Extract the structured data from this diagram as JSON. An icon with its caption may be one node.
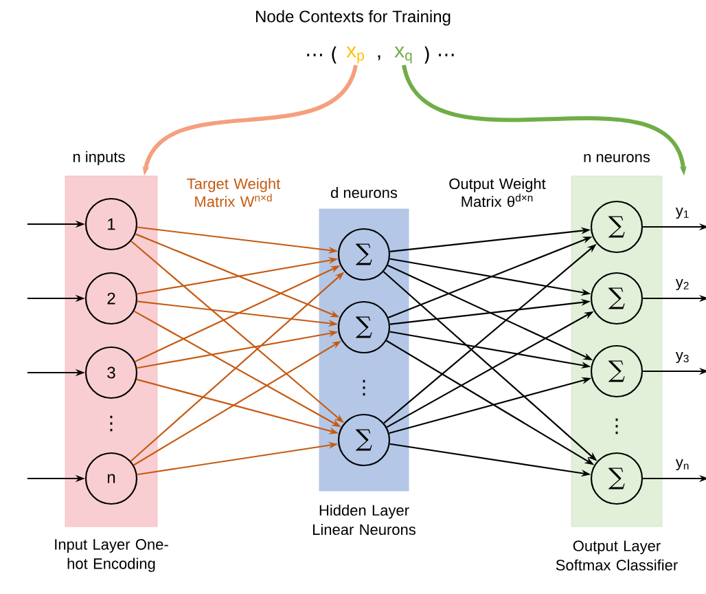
{
  "diagram": {
    "title": "Node Contexts for Training",
    "nodes": [
      {
        "text": [
          "n inputs",
          "Input Layer One-hot Encoding"
        ]
      },
      {
        "text": [
          "d neurons",
          "Hidden Layer Linear Neurons"
        ]
      },
      {
        "text": [
          "n neurons",
          "Output Layer Softmax Classifier"
        ]
      },
      {
        "text": [
          "1"
        ],
        "in": 0
      },
      {
        "text": [
          "2"
        ],
        "in": 0
      },
      {
        "text": [
          "3"
        ],
        "in": 0
      },
      {
        "text": [
          "n"
        ],
        "in": 0
      },
      {
        "text": [
          "∑"
        ],
        "in": 1
      },
      {
        "text": [
          "∑"
        ],
        "in": 1
      },
      {
        "text": [
          "∑"
        ],
        "in": 1
      },
      {
        "text": [
          "∑"
        ],
        "in": 2
      },
      {
        "text": [
          "∑"
        ],
        "in": 2
      },
      {
        "text": [
          "∑"
        ],
        "in": 2
      },
      {
        "text": [
          "∑"
        ],
        "in": 2
      },
      {
        "text": [
          "x$_{p}$"
        ]
      },
      {
        "text": [
          "x$_{q}$"
        ]
      }
    ],
    "edges": [
      {
        "from": 3,
        "to": 7,
        "arrow": "to",
        "color": "#c55a11"
      },
      {
        "from": 3,
        "to": 8,
        "arrow": "to",
        "color": "#c55a11"
      },
      {
        "from": 3,
        "to": 9,
        "arrow": "to",
        "color": "#c55a11"
      },
      {
        "from": 4,
        "to": 7,
        "arrow": "to",
        "color": "#c55a11"
      },
      {
        "from": 4,
        "to": 8,
        "arrow": "to",
        "color": "#c55a11"
      },
      {
        "from": 4,
        "to": 9,
        "arrow": "to",
        "color": "#c55a11"
      },
      {
        "from": 5,
        "to": 7,
        "arrow": "to",
        "color": "#c55a11"
      },
      {
        "from": 5,
        "to": 8,
        "arrow": "to",
        "color": "#c55a11"
      },
      {
        "from": 5,
        "to": 9,
        "arrow": "to",
        "color": "#c55a11"
      },
      {
        "from": 6,
        "to": 7,
        "arrow": "to",
        "color": "#c55a11"
      },
      {
        "from": 6,
        "to": 8,
        "arrow": "to",
        "color": "#c55a11"
      },
      {
        "from": 6,
        "to": 9,
        "arrow": "to",
        "color": "#c55a11"
      },
      {
        "from": 7,
        "to": 10,
        "arrow": "to"
      },
      {
        "from": 7,
        "to": 11,
        "arrow": "to"
      },
      {
        "from": 7,
        "to": 12,
        "arrow": "to"
      },
      {
        "from": 7,
        "to": 13,
        "arrow": "to"
      },
      {
        "from": 8,
        "to": 10,
        "arrow": "to"
      },
      {
        "from": 8,
        "to": 11,
        "arrow": "to"
      },
      {
        "from": 8,
        "to": 12,
        "arrow": "to"
      },
      {
        "from": 8,
        "to": 13,
        "arrow": "to"
      },
      {
        "from": 9,
        "to": 10,
        "arrow": "to"
      },
      {
        "from": 9,
        "to": 11,
        "arrow": "to"
      },
      {
        "from": 9,
        "to": 12,
        "arrow": "to"
      },
      {
        "from": 9,
        "to": 13,
        "arrow": "to"
      },
      {
        "from": null,
        "to": 3,
        "arrow": "to"
      },
      {
        "from": null,
        "to": 4,
        "arrow": "to"
      },
      {
        "from": null,
        "to": 5,
        "arrow": "to"
      },
      {
        "from": null,
        "to": 6,
        "arrow": "to"
      },
      {
        "from": 10,
        "to": null,
        "arrow": "to",
        "label": "y$_{1}$"
      },
      {
        "from": 11,
        "to": null,
        "arrow": "to",
        "label": "y$_{2}$"
      },
      {
        "from": 12,
        "to": null,
        "arrow": "to",
        "label": "y$_{3}$"
      },
      {
        "from": 13,
        "to": null,
        "arrow": "to",
        "label": "y$_{n}$"
      },
      {
        "from": 14,
        "to": 0,
        "arrow": "to",
        "style": "thick",
        "color": "#f4a07e"
      },
      {
        "from": 15,
        "to": 2,
        "arrow": "to",
        "style": "thick",
        "color": "#70ad47"
      }
    ],
    "labels": [
      "⋯ (",
      ",",
      ") ⋯",
      "Target Weight Matrix W$^{n×d}$",
      "Output Weight Matrix θ$^{d×n}$",
      "⋮",
      "⋮",
      "⋮"
    ]
  }
}
